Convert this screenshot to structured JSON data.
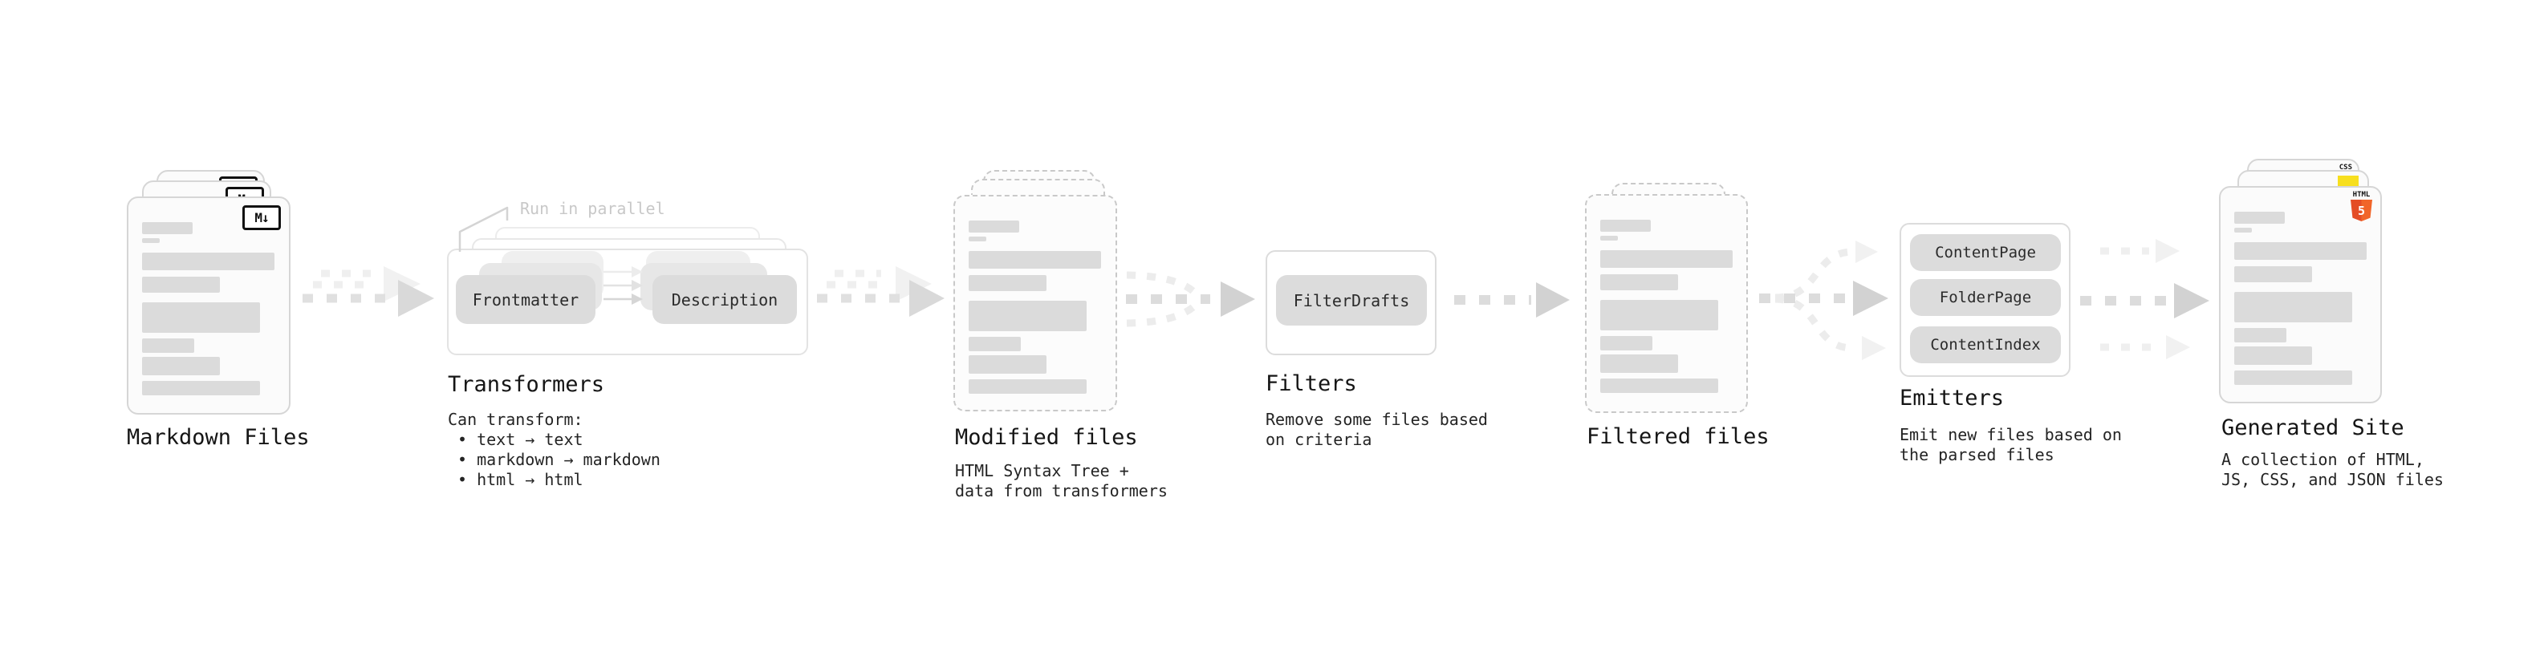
{
  "diagram": {
    "stages": {
      "markdown_files": {
        "title": "Markdown Files",
        "badge": "M↓"
      },
      "transformers": {
        "annotation": "Run in parallel",
        "left_node": "Frontmatter",
        "right_node": "Description",
        "title": "Transformers",
        "description_heading": "Can transform:",
        "bullets": [
          "• text → text",
          "• markdown → markdown",
          "• html → html"
        ]
      },
      "modified_files": {
        "title": "Modified files",
        "description_line1": "HTML Syntax Tree +",
        "description_line2": "data from transformers"
      },
      "filters": {
        "node": "FilterDrafts",
        "title": "Filters",
        "description_line1": "Remove some files based",
        "description_line2": "on criteria"
      },
      "filtered_files": {
        "title": "Filtered files"
      },
      "emitters": {
        "nodes": [
          "ContentPage",
          "FolderPage",
          "ContentIndex"
        ],
        "title": "Emitters",
        "description_line1": "Emit new files based on",
        "description_line2": "the parsed files"
      },
      "generated_site": {
        "title": "Generated Site",
        "description_line1": "A collection of HTML,",
        "description_line2": "JS, CSS, and JSON files",
        "css_badge": "CSS",
        "html_badge_label": "HTML",
        "html_badge_number": "5"
      }
    },
    "colors": {
      "html5_orange": "#e44d26",
      "js_yellow": "#f7df1e",
      "css_blue": "#2965f1"
    }
  }
}
